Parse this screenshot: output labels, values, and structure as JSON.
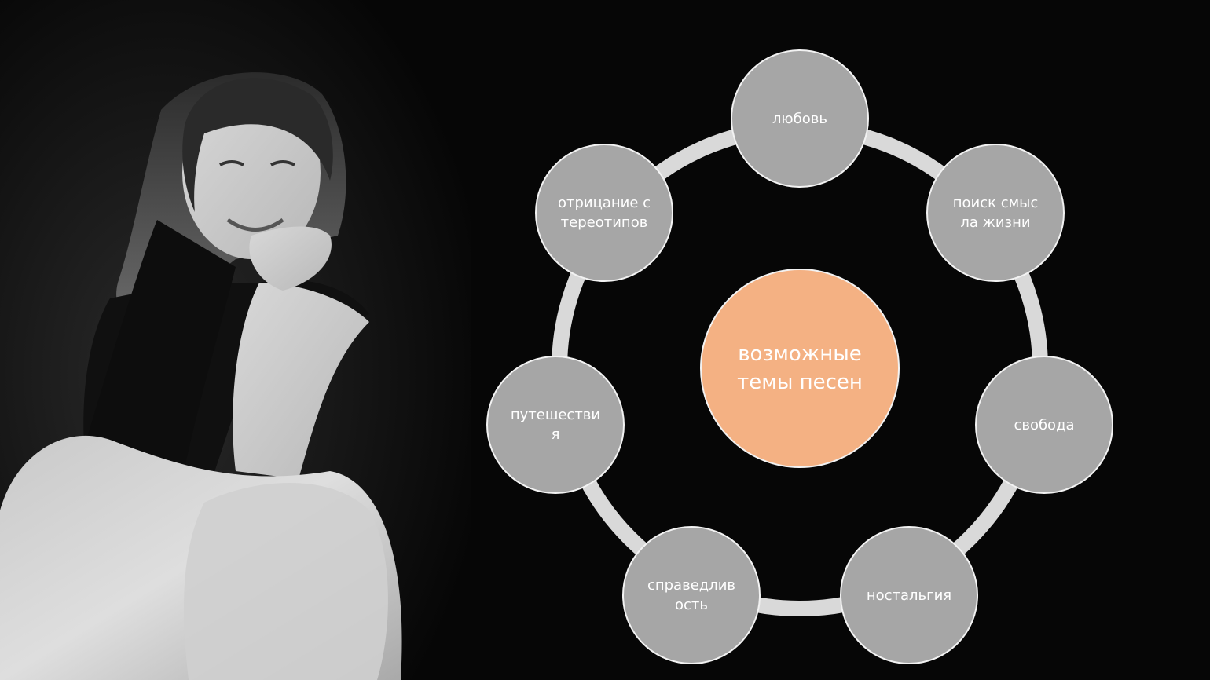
{
  "diagram": {
    "center": "возможные темы песен",
    "nodes": [
      "любовь",
      "поиск смысла жизни",
      "свобода",
      "ностальгия",
      "справедливость",
      "путешествия",
      "отрицание стереотипов"
    ]
  },
  "colors": {
    "background": "#060606",
    "ring": "#d9d9d9",
    "node_fill": "#a6a6a6",
    "node_border": "#f2f2f2",
    "center_fill": "#f4b183",
    "text": "#ffffff"
  }
}
